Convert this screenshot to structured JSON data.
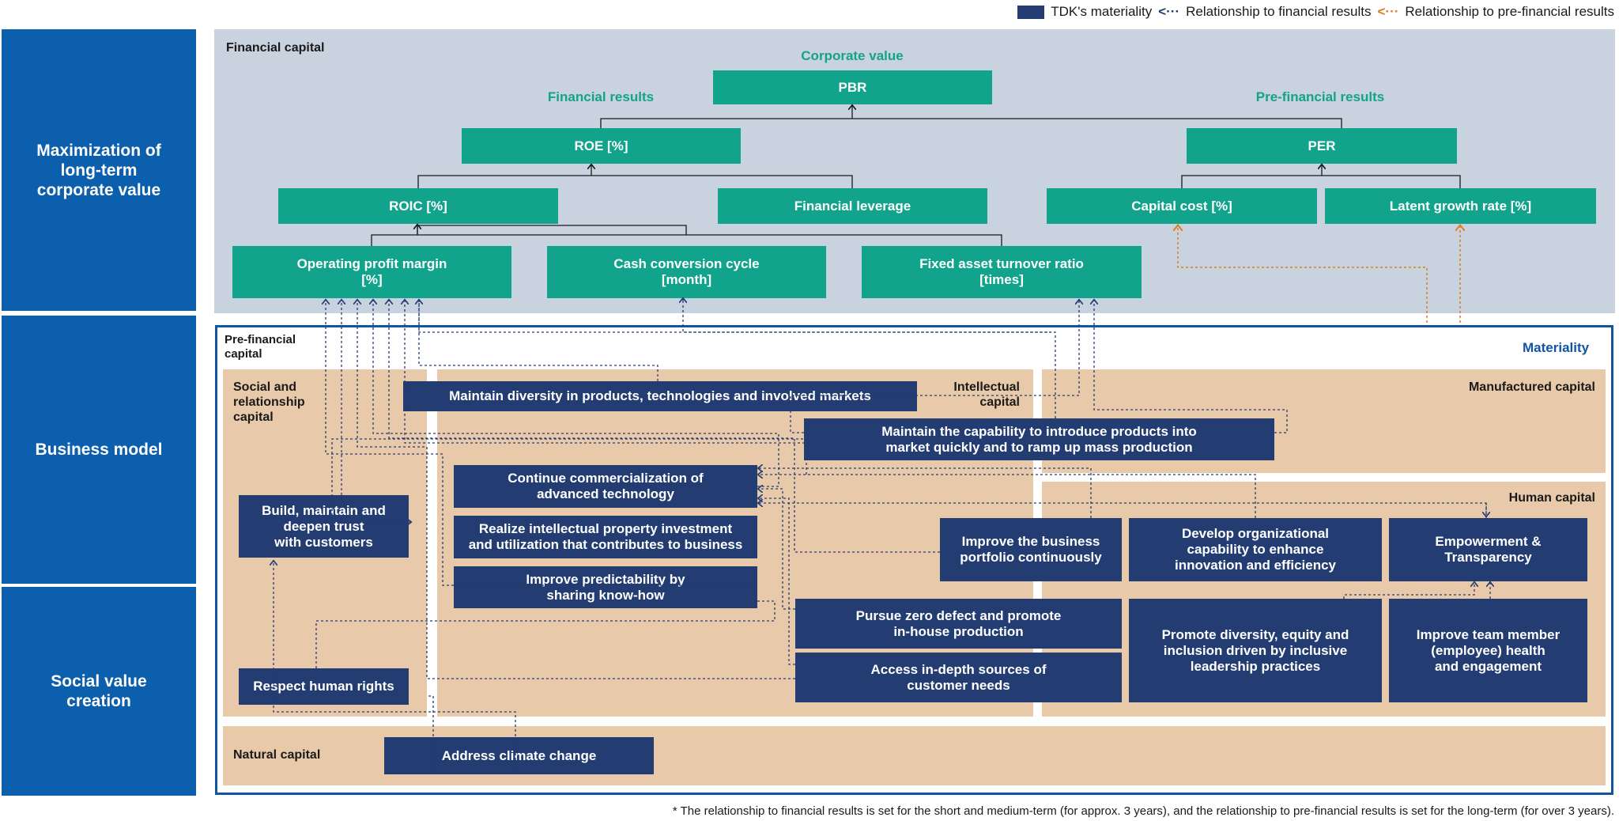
{
  "legend": {
    "materiality": "TDK's materiality",
    "financial": "Relationship to financial results",
    "prefinancial": "Relationship to pre-financial results",
    "materiality_color": "#233d73",
    "financial_color": "#233d73",
    "prefinancial_color": "#e07a1f"
  },
  "left_column": {
    "maximization": "Maximization of long-term corporate value",
    "business_model": "Business model",
    "social_value": "Social value creation"
  },
  "financial": {
    "area_title": "Financial capital",
    "corporate_value_label": "Corporate value",
    "financial_results_label": "Financial results",
    "prefinancial_results_label": "Pre-financial results",
    "pbr": "PBR",
    "roe": "ROE [%]",
    "per": "PER",
    "roic": "ROIC [%]",
    "financial_leverage": "Financial leverage",
    "capital_cost": "Capital cost [%]",
    "latent_growth": "Latent growth rate [%]",
    "operating_profit": "Operating profit margin\n[%]",
    "cash_conversion": "Cash conversion cycle\n[month]",
    "fixed_asset": "Fixed asset turnover ratio\n[times]"
  },
  "prefinancial": {
    "area_title": "Pre-financial\ncapital",
    "materiality_label": "Materiality",
    "social_capital": "Social and\nrelationship\ncapital",
    "intellectual_capital": "Intellectual\ncapital",
    "manufactured_capital": "Manufactured capital",
    "human_capital": "Human capital",
    "natural_capital": "Natural capital"
  },
  "materiality_items": {
    "diversity_products": "Maintain diversity in products, technologies and involved markets",
    "introduce_products": "Maintain the capability to introduce products into\nmarket quickly and to ramp up mass production",
    "commercialization": "Continue commercialization of\nadvanced technology",
    "intellectual_property": "Realize intellectual property investment\nand utilization that contributes to business",
    "predictability": "Improve predictability by\nsharing know-how",
    "customer_trust": "Build, maintain and\ndeepen trust\nwith customers",
    "business_portfolio": "Improve the business\nportfolio continuously",
    "org_capability": "Develop organizational\ncapability to enhance\ninnovation and efficiency",
    "empowerment": "Empowerment &\nTransparency",
    "zero_defect": "Pursue zero defect and promote\nin-house production",
    "customer_needs": "Access in-depth sources of\ncustomer needs",
    "dei": "Promote diversity, equity and\ninclusion driven by inclusive\nleadership practices",
    "health": "Improve team member\n(employee) health\nand engagement",
    "human_rights": "Respect human rights",
    "climate": "Address climate change"
  },
  "footnote": "* The relationship to financial results is set  for the short and medium-term (for approx. 3 years), and the relationship to pre-financial results is set for the  long-term (for over 3 years)."
}
